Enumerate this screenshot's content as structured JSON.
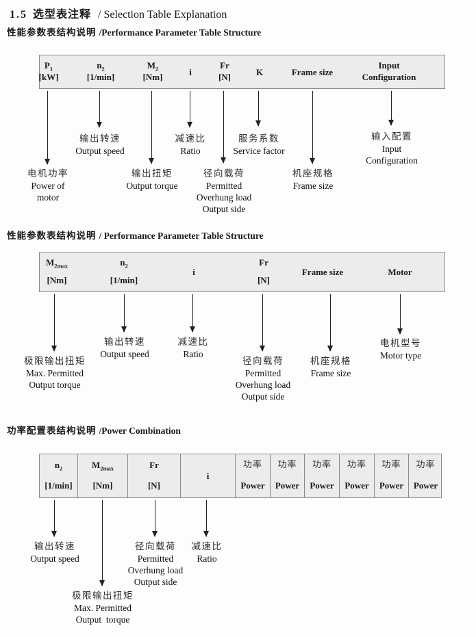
{
  "title": {
    "number": "1.5",
    "zh": "选型表注释",
    "en": "/ Selection Table Explanation"
  },
  "colors": {
    "header_fill": "#ececec",
    "border": "#8a8a8a",
    "text": "#1a1a1a",
    "arrow": "#222222"
  },
  "icons": {
    "annotation_pointer": "down-arrow-icon"
  },
  "sections": [
    {
      "heading_zh": "性能参数表结构说明",
      "heading_en": "/Performance Parameter Table Structure",
      "cells": [
        {
          "lines": [
            {
              "text": "P",
              "sub": "1"
            },
            {
              "text": "[kW]"
            }
          ]
        },
        {
          "lines": [
            {
              "text": "n",
              "sub": "2"
            },
            {
              "text": "[1/min]"
            }
          ]
        },
        {
          "lines": [
            {
              "text": "M",
              "sub": "2"
            },
            {
              "text": "[Nm]"
            }
          ]
        },
        {
          "lines": [
            {
              "text": "i"
            }
          ]
        },
        {
          "lines": [
            {
              "text": "Fr"
            },
            {
              "text": "[N]"
            }
          ]
        },
        {
          "lines": [
            {
              "text": "K"
            }
          ]
        },
        {
          "lines": [
            {
              "text": "Frame size"
            }
          ]
        },
        {
          "lines": [
            {
              "text": "Input"
            },
            {
              "text": "Configuration"
            }
          ]
        }
      ],
      "annotations": [
        {
          "zh": "电机功率",
          "en": [
            "Power of",
            "motor"
          ]
        },
        {
          "zh": "输出转速",
          "en": [
            "Output speed"
          ]
        },
        {
          "zh": "输出扭矩",
          "en": [
            "Output torque"
          ]
        },
        {
          "zh": "减速比",
          "en": [
            "Ratio"
          ]
        },
        {
          "zh": "径向载荷",
          "en": [
            "Permitted",
            "Overhung load",
            "Output side"
          ]
        },
        {
          "zh": "服务系数",
          "en": [
            "Service factor"
          ]
        },
        {
          "zh": "机座规格",
          "en": [
            "Frame size"
          ]
        },
        {
          "zh": "输入配置",
          "en": [
            "Input",
            "Configuration"
          ]
        }
      ]
    },
    {
      "heading_zh": "性能参数表结构说明",
      "heading_en": "/ Performance Parameter Table Structure",
      "cells": [
        {
          "lines": [
            {
              "text": "M",
              "sub": "2max"
            },
            {
              "text": "[Nm]"
            }
          ]
        },
        {
          "lines": [
            {
              "text": "n",
              "sub": "2"
            },
            {
              "text": "[1/min]"
            }
          ]
        },
        {
          "lines": [
            {
              "text": "i"
            }
          ]
        },
        {
          "lines": [
            {
              "text": "Fr"
            },
            {
              "text": "[N]"
            }
          ]
        },
        {
          "lines": [
            {
              "text": "Frame size"
            }
          ]
        },
        {
          "lines": [
            {
              "text": "Motor"
            }
          ]
        }
      ],
      "annotations": [
        {
          "zh": "极限输出扭矩",
          "en": [
            "Max. Permitted",
            "Output torque"
          ]
        },
        {
          "zh": "输出转速",
          "en": [
            "Output speed"
          ]
        },
        {
          "zh": "减速比",
          "en": [
            "Ratio"
          ]
        },
        {
          "zh": "径向载荷",
          "en": [
            "Permitted",
            "Overhung load",
            "Output side"
          ]
        },
        {
          "zh": "机座规格",
          "en": [
            "Frame size"
          ]
        },
        {
          "zh": "电机型号",
          "en": [
            "Motor type"
          ]
        }
      ]
    },
    {
      "heading_zh": "功率配置表结构说明",
      "heading_en": "/Power Combination",
      "cells": [
        {
          "lines": [
            {
              "text": "n",
              "sub": "2"
            },
            {
              "text": "[1/min]"
            }
          ]
        },
        {
          "lines": [
            {
              "text": "M",
              "sub": "2max"
            },
            {
              "text": "[Nm]"
            }
          ]
        },
        {
          "lines": [
            {
              "text": "Fr"
            },
            {
              "text": "[N]"
            }
          ]
        },
        {
          "lines": [
            {
              "text": "i"
            }
          ]
        },
        {
          "lines": [
            {
              "text": "功率",
              "zh": true
            },
            {
              "text": "Power"
            }
          ]
        },
        {
          "lines": [
            {
              "text": "功率",
              "zh": true
            },
            {
              "text": "Power"
            }
          ]
        },
        {
          "lines": [
            {
              "text": "功率",
              "zh": true
            },
            {
              "text": "Power"
            }
          ]
        },
        {
          "lines": [
            {
              "text": "功率",
              "zh": true
            },
            {
              "text": "Power"
            }
          ]
        },
        {
          "lines": [
            {
              "text": "功率",
              "zh": true
            },
            {
              "text": "Power"
            }
          ]
        },
        {
          "lines": [
            {
              "text": "功率",
              "zh": true
            },
            {
              "text": "Power"
            }
          ]
        }
      ],
      "annotations": [
        {
          "zh": "输出转速",
          "en": [
            "Output speed"
          ]
        },
        {
          "zh": "极限输出扭矩",
          "en": [
            "Max. Permitted",
            "Output  torque"
          ]
        },
        {
          "zh": "径向载荷",
          "en": [
            "Permitted",
            "Overhung load",
            "Output side"
          ]
        },
        {
          "zh": "减速比",
          "en": [
            "Ratio"
          ]
        }
      ]
    }
  ]
}
